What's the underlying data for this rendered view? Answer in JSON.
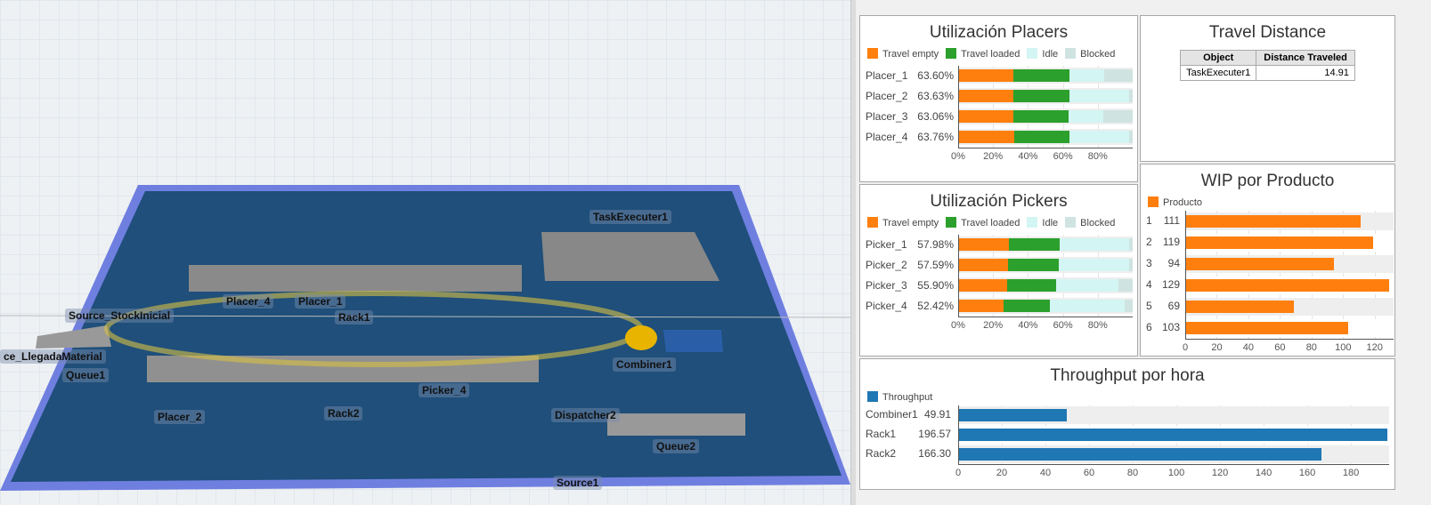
{
  "view": {
    "labels": [
      "TaskExecuter1",
      "Source_StockInicial",
      "Placer_4",
      "Placer_1",
      "Rack1",
      "ce_LlegadaMaterial",
      "Queue1",
      "Combiner1",
      "Picker_4",
      "Placer_2",
      "Rack2",
      "Dispatcher2",
      "Queue2",
      "Source1"
    ]
  },
  "colors": {
    "travel_empty": "#ff7f0e",
    "travel_loaded": "#2ca02c",
    "idle": "#d3f5f3",
    "blocked": "#cfe3e1",
    "wip": "#ff7f0e",
    "throughput": "#1f77b4"
  },
  "placers": {
    "title": "Utilización Placers",
    "legend": [
      "Travel empty",
      "Travel loaded",
      "Idle",
      "Blocked"
    ],
    "rows": [
      {
        "name": "Placer_1",
        "value": "63.60%",
        "empty": 31.8,
        "loaded": 31.8,
        "idle": 20,
        "blocked": 16.4
      },
      {
        "name": "Placer_2",
        "value": "63.63%",
        "empty": 31.8,
        "loaded": 31.83,
        "idle": 34.4,
        "blocked": 2
      },
      {
        "name": "Placer_3",
        "value": "63.06%",
        "empty": 31.5,
        "loaded": 31.56,
        "idle": 20,
        "blocked": 16.9
      },
      {
        "name": "Placer_4",
        "value": "63.76%",
        "empty": 31.9,
        "loaded": 31.86,
        "idle": 34.2,
        "blocked": 2
      }
    ],
    "ticks": [
      "0%",
      "20%",
      "40%",
      "60%",
      "80%"
    ]
  },
  "pickers": {
    "title": "Utilización Pickers",
    "legend": [
      "Travel empty",
      "Travel loaded",
      "Idle",
      "Blocked"
    ],
    "rows": [
      {
        "name": "Picker_1",
        "value": "57.98%",
        "empty": 29,
        "loaded": 28.98,
        "idle": 40,
        "blocked": 2
      },
      {
        "name": "Picker_2",
        "value": "57.59%",
        "empty": 28.8,
        "loaded": 28.79,
        "idle": 40.4,
        "blocked": 2
      },
      {
        "name": "Picker_3",
        "value": "55.90%",
        "empty": 27.9,
        "loaded": 28,
        "idle": 36,
        "blocked": 8
      },
      {
        "name": "Picker_4",
        "value": "52.42%",
        "empty": 26.2,
        "loaded": 26.22,
        "idle": 43,
        "blocked": 4.6
      }
    ],
    "ticks": [
      "0%",
      "20%",
      "40%",
      "60%",
      "80%"
    ]
  },
  "travel": {
    "title": "Travel Distance",
    "headers": [
      "Object",
      "Distance Traveled"
    ],
    "rows": [
      [
        "TaskExecuter1",
        "14.91"
      ]
    ]
  },
  "chart_data": [
    {
      "type": "bar",
      "title": "WIP por Producto",
      "legend": [
        "Producto"
      ],
      "categories": [
        "1",
        "2",
        "3",
        "4",
        "5",
        "6"
      ],
      "values": [
        111,
        119,
        94,
        129,
        69,
        103
      ],
      "labels": [
        "111",
        "119",
        "94",
        "129",
        "69",
        "103"
      ],
      "xlim": [
        0,
        132
      ],
      "ticks": [
        "0",
        "20",
        "40",
        "60",
        "80",
        "100",
        "120"
      ]
    },
    {
      "type": "bar",
      "title": "Throughput por hora",
      "legend": [
        "Throughput"
      ],
      "categories": [
        "Combiner1",
        "Rack1",
        "Rack2"
      ],
      "values": [
        49.91,
        196.57,
        166.3
      ],
      "labels": [
        "49.91",
        "196.57",
        "166.30"
      ],
      "xlim": [
        0,
        197.5
      ],
      "ticks": [
        "0",
        "20",
        "40",
        "60",
        "80",
        "100",
        "120",
        "140",
        "160",
        "180"
      ]
    }
  ]
}
